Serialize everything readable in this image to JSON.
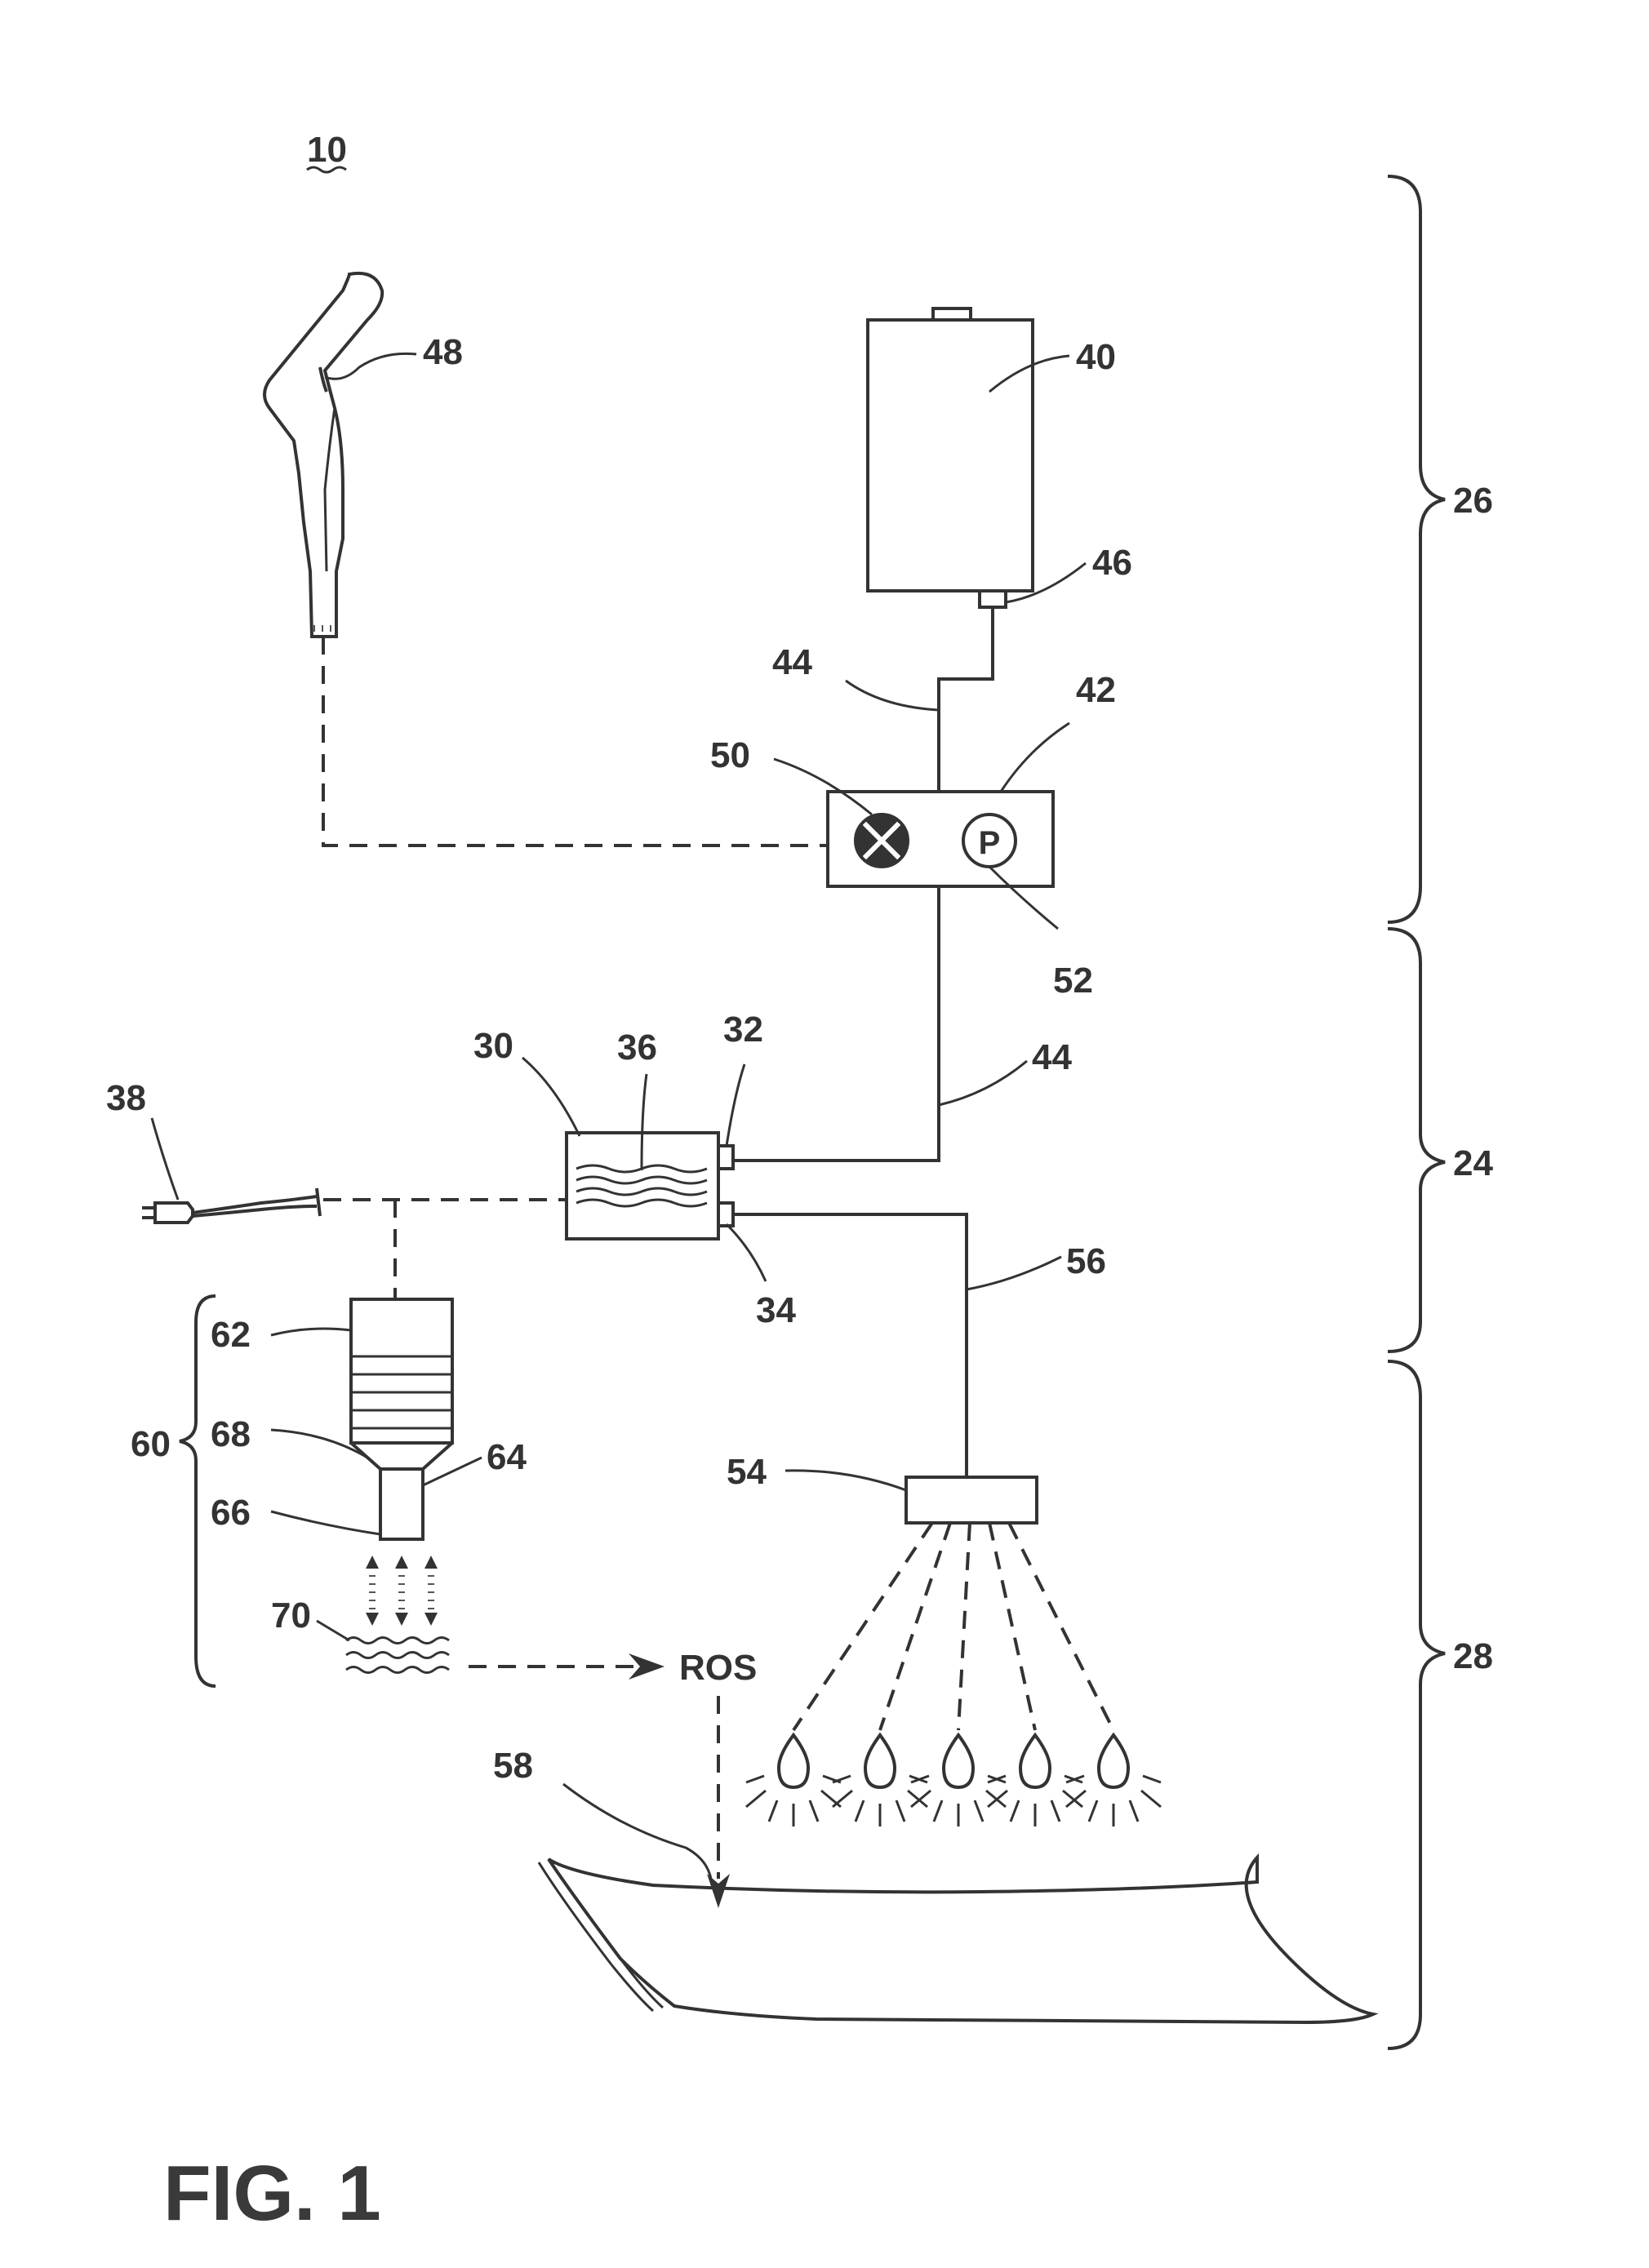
{
  "figure": {
    "caption": "FIG. 1"
  },
  "labels": {
    "l10": "10",
    "l26": "26",
    "l24": "24",
    "l28": "28",
    "l40": "40",
    "l46": "46",
    "l44a": "44",
    "l44b": "44",
    "l42": "42",
    "l50": "50",
    "l52": "52",
    "l48": "48",
    "l30": "30",
    "l36": "36",
    "l32": "32",
    "l34": "34",
    "l38": "38",
    "l56": "56",
    "l54": "54",
    "l58": "58",
    "l60": "60",
    "l62": "62",
    "l68": "68",
    "l64": "64",
    "l66": "66",
    "l70": "70",
    "ros": "ROS",
    "pump_symbol": "P"
  },
  "icons": {
    "valve": "valve-cross-icon",
    "pump": "pump-p-icon",
    "plug": "electrical-plug-icon",
    "handle": "trigger-handle-icon"
  }
}
